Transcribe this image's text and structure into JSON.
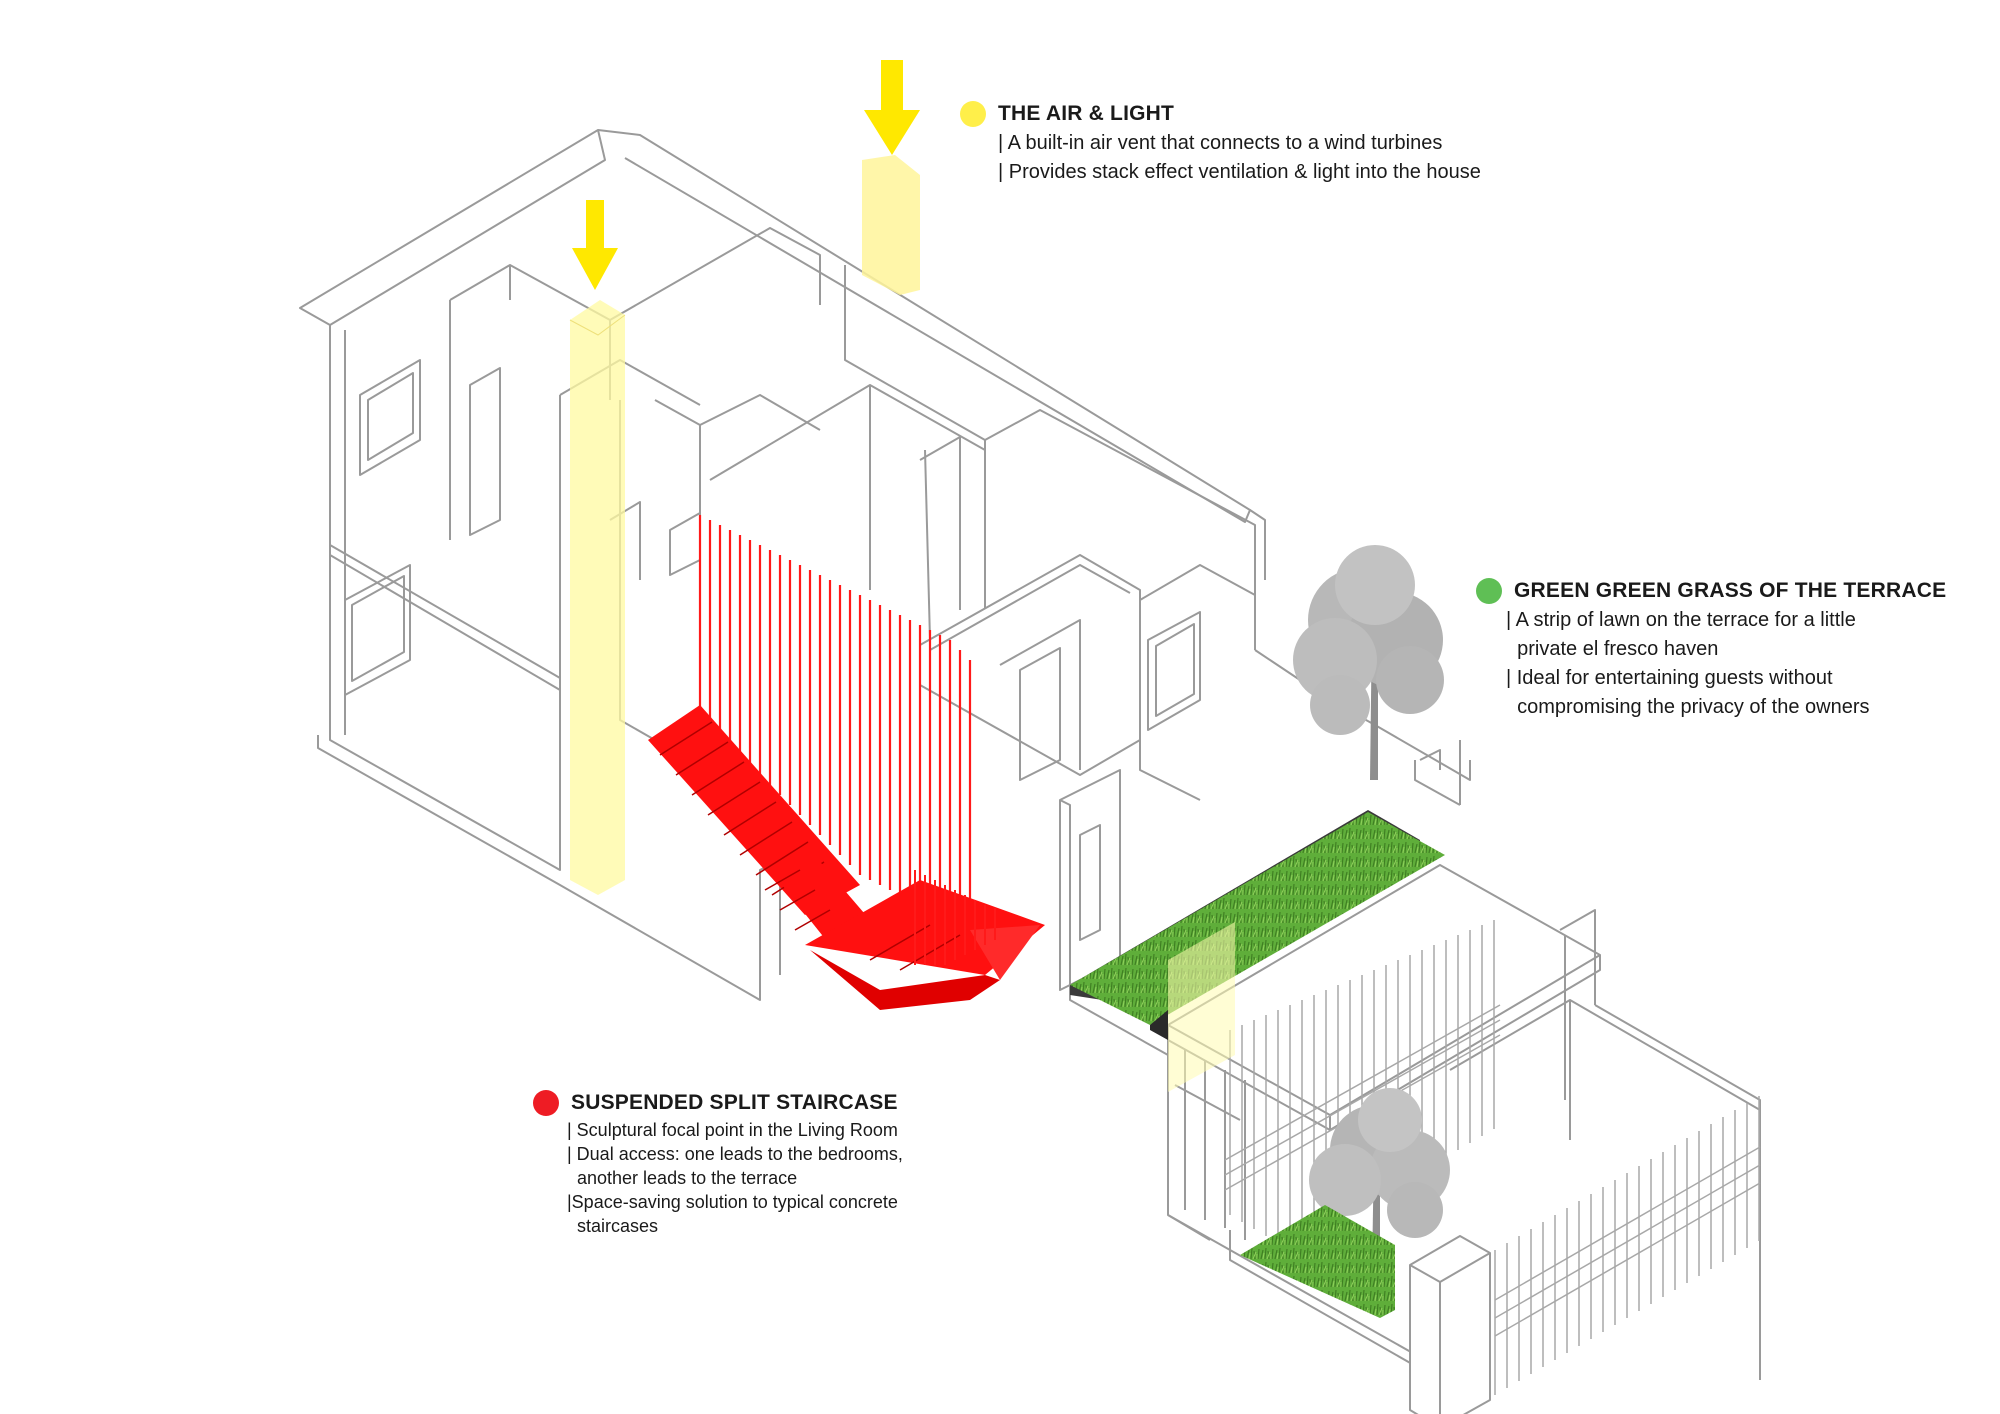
{
  "colors": {
    "air": "#ffef4a",
    "air_arrow": "#ffe800",
    "air_shaft": "#fffaa8",
    "grass": "#5fae3a",
    "grass_dark": "#3f7f22",
    "stair": "#ff1010",
    "line": "#9a9a9a"
  },
  "callouts": {
    "air": {
      "icon": "yellow-dot-icon",
      "title": "THE AIR & LIGHT",
      "lines": [
        "| A built-in air vent that connects to a wind turbines",
        "| Provides stack effect ventilation & light into the house"
      ]
    },
    "grass": {
      "icon": "green-dot-icon",
      "title": "GREEN GREEN GRASS OF THE TERRACE",
      "lines": [
        "| A strip of lawn on the terrace for a little",
        "  private el fresco haven",
        "| Ideal for entertaining guests without",
        "  compromising the privacy of the owners"
      ]
    },
    "stair": {
      "icon": "red-dot-icon",
      "title": "SUSPENDED SPLIT STAIRCASE",
      "lines": [
        "| Sculptural focal point in the Living Room",
        "| Dual access: one leads to the bedrooms,",
        "  another leads to the terrace",
        "|Space-saving solution to typical concrete",
        "  staircases"
      ]
    }
  }
}
